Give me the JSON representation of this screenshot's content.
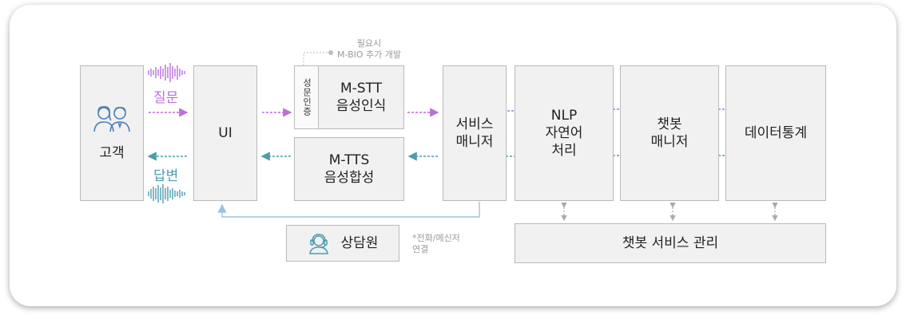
{
  "colors": {
    "question_purple": "#b86fd8",
    "answer_teal": "#4d9bad",
    "return_blue": "#9cc2e0",
    "box_fill": "#f1f1f1",
    "box_border": "#b9b9b9",
    "note_gray": "#9a9a9a"
  },
  "nodes": {
    "customer": "고객",
    "ui": "UI",
    "auth": "성문인증",
    "stt": "M-STT\n음성인식",
    "tts": "M-TTS\n음성합성",
    "agent": "상담원",
    "service_manager": "서비스\n매니저",
    "nlp": "NLP\n자연어\n처리",
    "chatbot_manager": "챗봇\n매니저",
    "data_stats": "데이터통계",
    "chatbot_admin": "챗봇 서비스 관리"
  },
  "labels": {
    "question": "질문",
    "answer": "답변",
    "note_mbio": "필요시\nM-BIO 추가 개발",
    "note_transfer": "*전화/메신저\n 연결"
  },
  "icons": [
    "customers-icon",
    "agent-headset-icon",
    "sound-wave-icon"
  ]
}
